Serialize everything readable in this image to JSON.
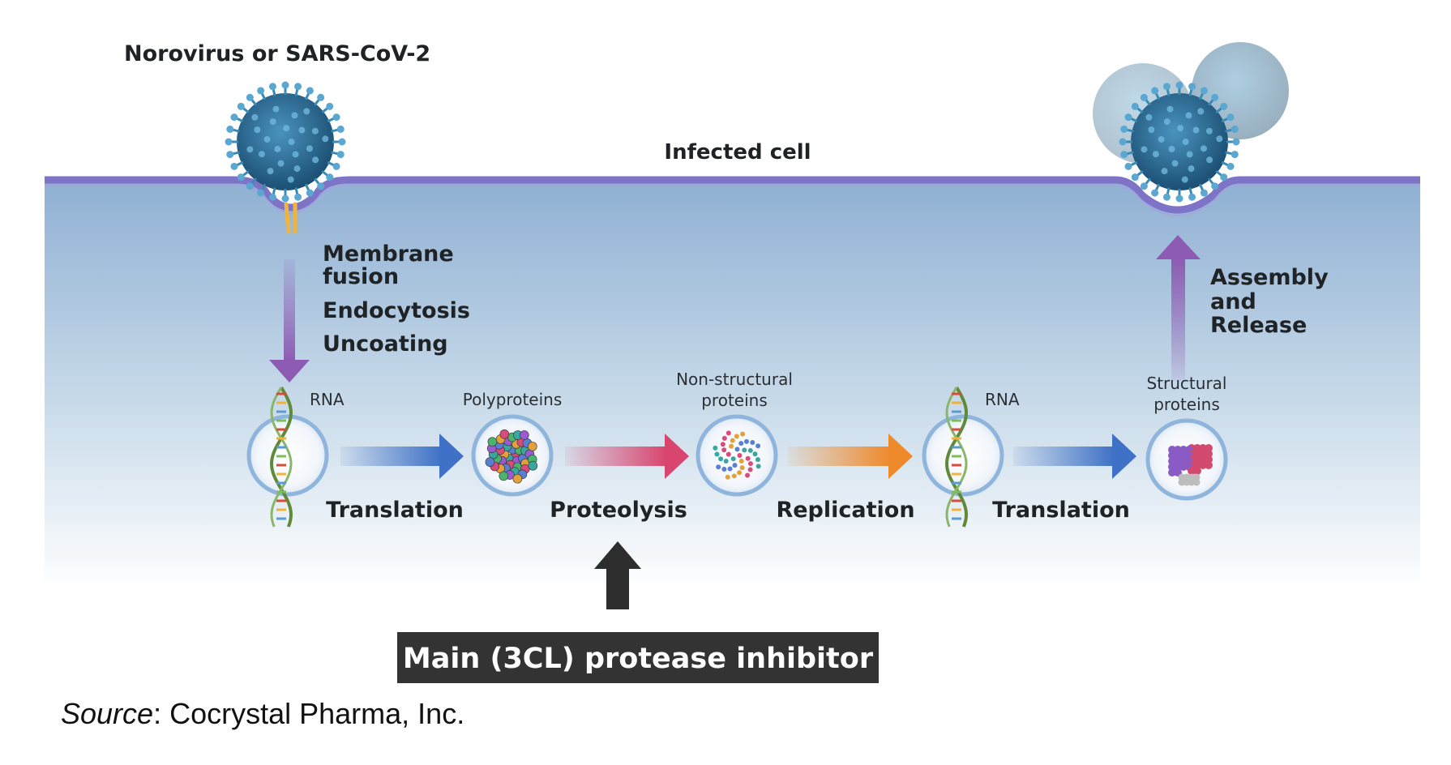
{
  "title": "Norovirus or SARS-CoV-2",
  "cell_label": "Infected cell",
  "entry_steps": [
    "Membrane",
    "fusion",
    "Endocytosis",
    "Uncoating"
  ],
  "exit_steps": [
    "Assembly",
    "and",
    "Release"
  ],
  "nodes": [
    {
      "label": [
        "RNA"
      ]
    },
    {
      "label": [
        "Polyproteins"
      ]
    },
    {
      "label": [
        "Non-structural",
        "proteins"
      ]
    },
    {
      "label": [
        "RNA"
      ]
    },
    {
      "label": [
        "Structural",
        "proteins"
      ]
    }
  ],
  "processes": [
    {
      "label": "Translation"
    },
    {
      "label": "Proteolysis"
    },
    {
      "label": "Replication"
    },
    {
      "label": "Translation"
    }
  ],
  "inhibitor_label": "Main (3CL) protease inhibitor",
  "source": {
    "prefix": "Source",
    "suffix": ": Cocrystal Pharma, Inc."
  },
  "colors": {
    "cell_top": "#8fb0d3",
    "membrane": "#7e74c7",
    "virus": "#2a6f9b",
    "arrow_blue": "#3f71c6",
    "arrow_pink": "#d8456f",
    "arrow_orange": "#ef8a2c",
    "arrow_purple": "#8d5bb3",
    "inhibitor_bg": "#333333"
  }
}
